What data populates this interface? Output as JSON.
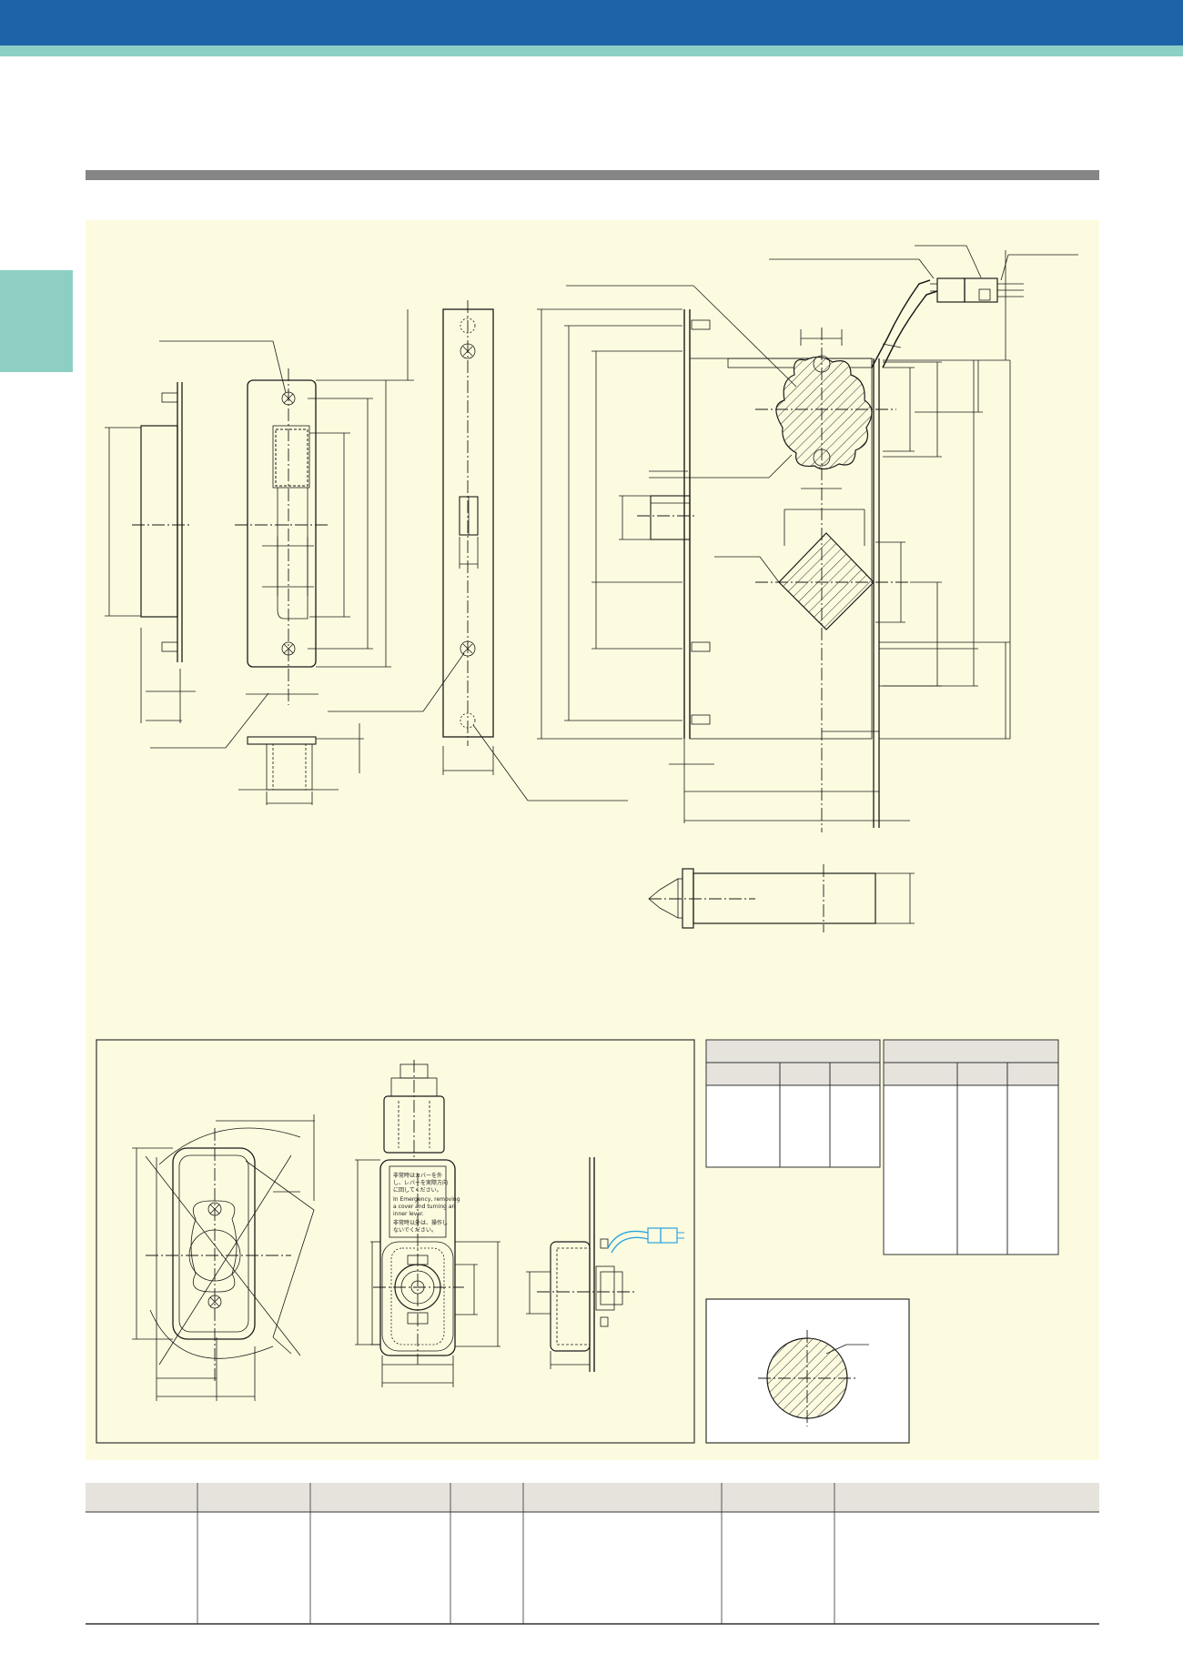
{
  "label_panel": {
    "lines_jp_1": [
      "非常時はカバーを外",
      "し、レバーを実際方向",
      "に回してください。"
    ],
    "lines_en": [
      "In Emergency, removing",
      "a cover and turning an",
      "inner lever."
    ],
    "lines_jp_2": [
      "非常時以外は、操作し",
      "ないでください。"
    ]
  },
  "colors": {
    "header_blue": "#1d63a8",
    "accent_teal": "#8ecfc4",
    "rule_gray": "#858585",
    "panel_yellow": "#fdfbdf",
    "table_header": "#e6e3dd",
    "wire_highlight": "#2aa4e0"
  }
}
